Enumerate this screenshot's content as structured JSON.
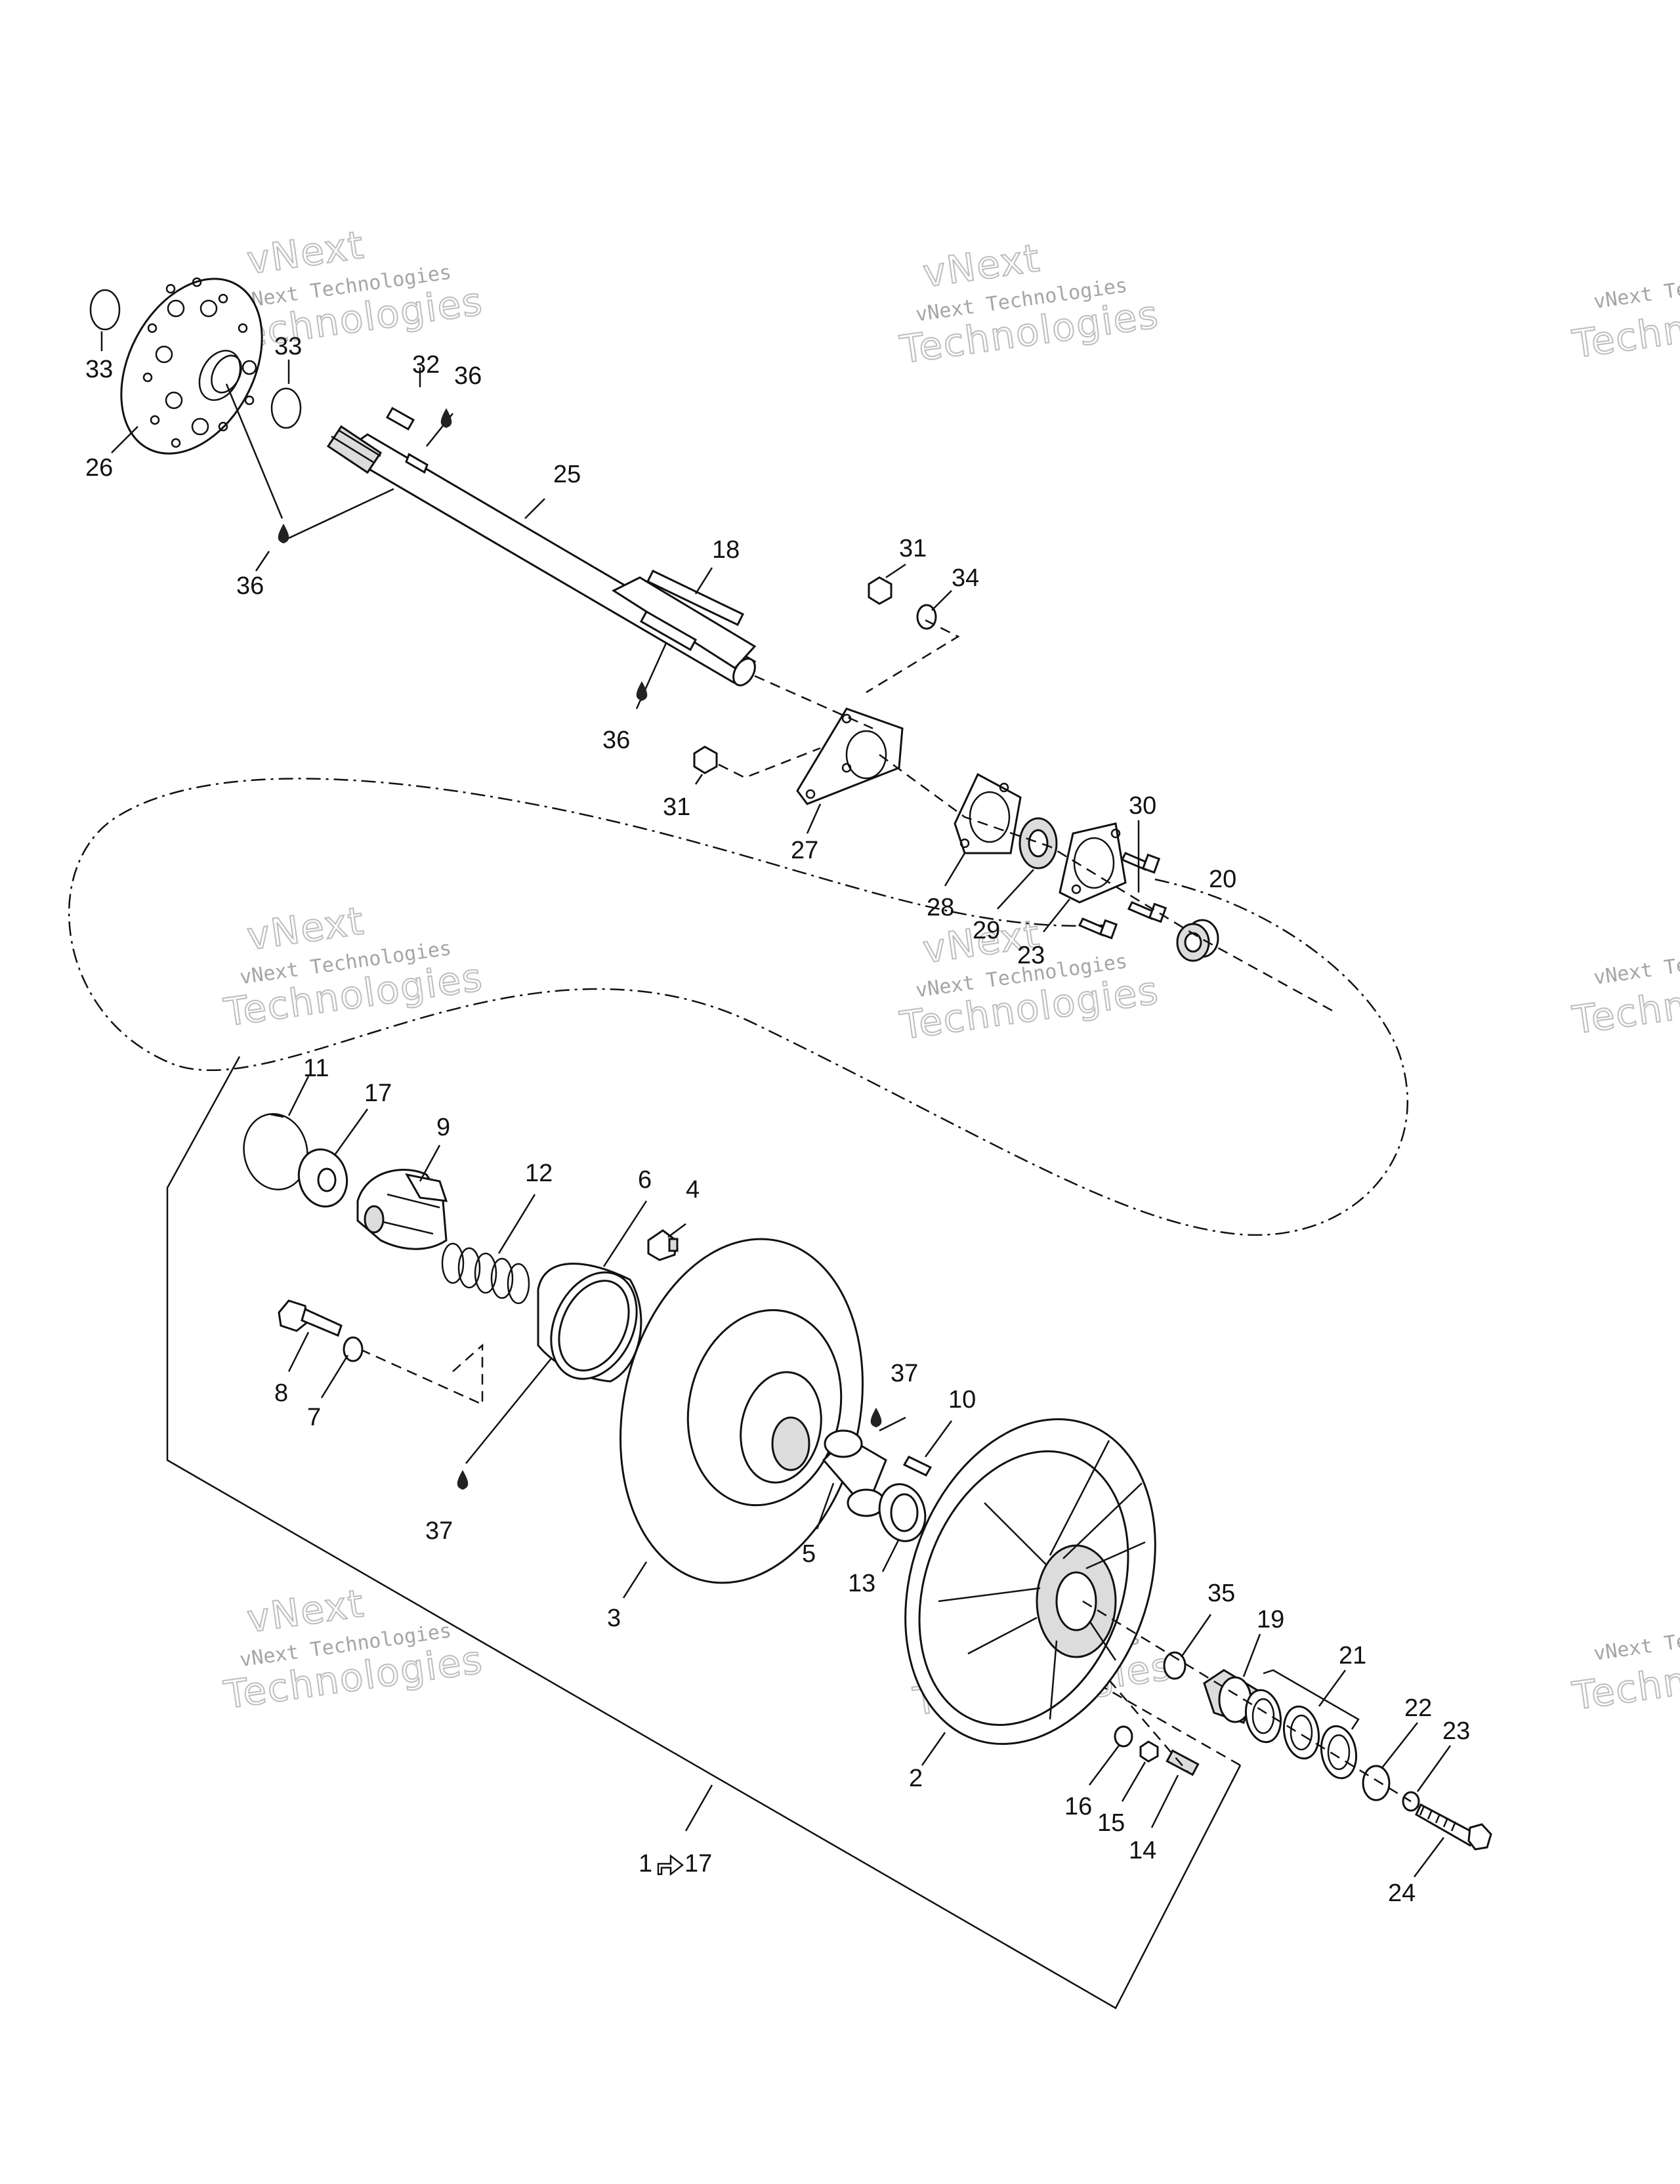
{
  "labels": {
    "p1": "1",
    "p1_ref": "17",
    "p2": "2",
    "p3": "3",
    "p4": "4",
    "p5": "5",
    "p6": "6",
    "p7": "7",
    "p8": "8",
    "p9": "9",
    "p10": "10",
    "p11": "11",
    "p12": "12",
    "p13": "13",
    "p14": "14",
    "p15": "15",
    "p16": "16",
    "p17": "17",
    "p18": "18",
    "p19": "19",
    "p20": "20",
    "p21": "21",
    "p22": "22",
    "p23a": "23",
    "p23b": "23",
    "p24": "24",
    "p25": "25",
    "p26": "26",
    "p27": "27",
    "p28": "28",
    "p29": "29",
    "p30": "30",
    "p31a": "31",
    "p31b": "31",
    "p32": "32",
    "p33a": "33",
    "p33b": "33",
    "p34": "34",
    "p35": "35",
    "p36a": "36",
    "p36b": "36",
    "p36c": "36",
    "p37a": "37",
    "p37b": "37"
  },
  "watermark": {
    "line1": "vNext",
    "line2": "vNext Technologies",
    "line3": "Technologies",
    "partial1": "vNext Te",
    "partial2": "Techn"
  },
  "icons": {
    "arrow": "hand-arrow-icon",
    "drop": "lubricant-drop-icon"
  }
}
